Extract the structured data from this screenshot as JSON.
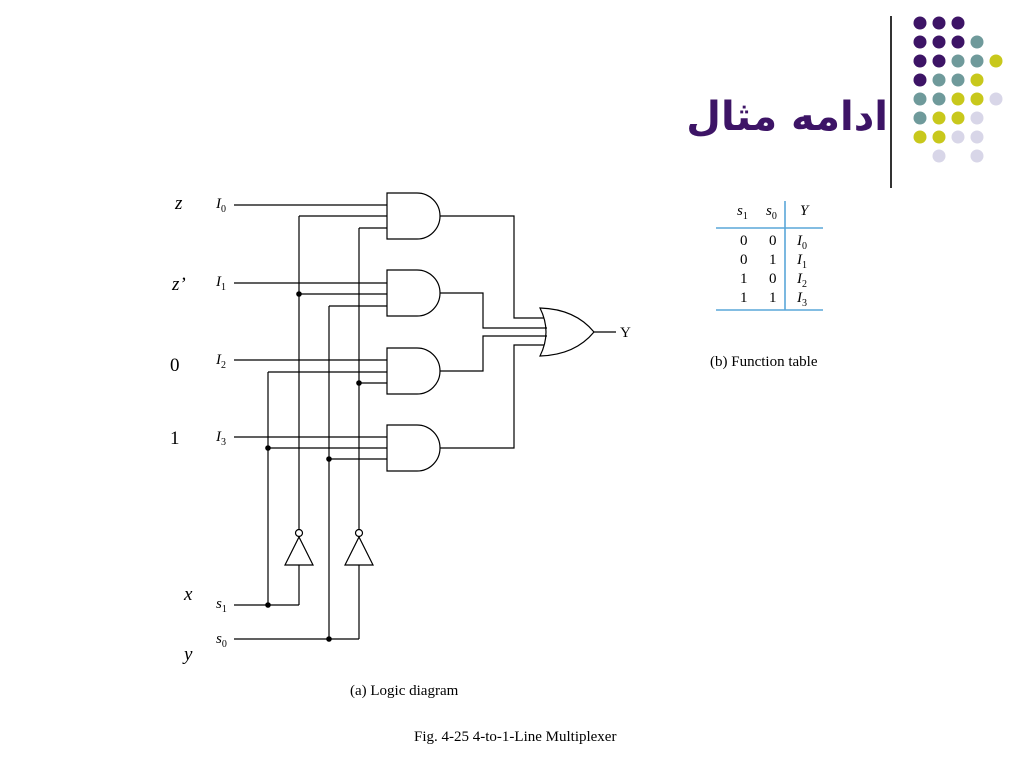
{
  "slide": {
    "title": "ادامه مثال",
    "colors": {
      "title": "#3d1466",
      "dot_purple": "#3d1466",
      "dot_teal": "#6f9a9b",
      "dot_yellow": "#c8c81c",
      "dot_lavender": "#d8d6e8",
      "table_rule": "#5aa7d8"
    }
  },
  "diagram": {
    "external_labels": [
      "z",
      "z’",
      "0",
      "1",
      "x",
      "y"
    ],
    "inputs": [
      {
        "base": "I",
        "sub": "0"
      },
      {
        "base": "I",
        "sub": "1"
      },
      {
        "base": "I",
        "sub": "2"
      },
      {
        "base": "I",
        "sub": "3"
      }
    ],
    "selects": [
      {
        "base": "s",
        "sub": "1"
      },
      {
        "base": "s",
        "sub": "0"
      }
    ],
    "output": "Y",
    "caption": "(a) Logic diagram"
  },
  "function_table": {
    "headers": [
      {
        "base": "s",
        "sub": "1"
      },
      {
        "base": "s",
        "sub": "0"
      },
      {
        "base": "Y",
        "sub": ""
      }
    ],
    "rows": [
      {
        "s1": "0",
        "s0": "0",
        "y": "I",
        "ysub": "0"
      },
      {
        "s1": "0",
        "s0": "1",
        "y": "I",
        "ysub": "1"
      },
      {
        "s1": "1",
        "s0": "0",
        "y": "I",
        "ysub": "2"
      },
      {
        "s1": "1",
        "s0": "1",
        "y": "I",
        "ysub": "3"
      }
    ],
    "caption": "(b) Function table"
  },
  "figure_caption": "Fig. 4-25  4-to-1-Line Multiplexer"
}
